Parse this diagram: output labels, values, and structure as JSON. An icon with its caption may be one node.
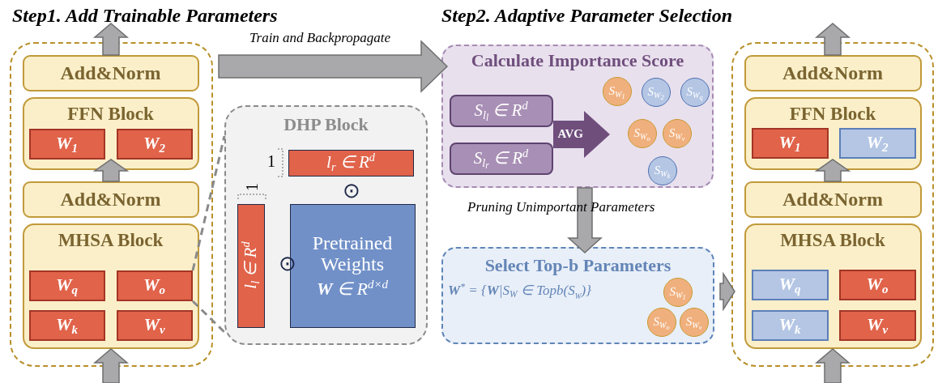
{
  "diagram": {
    "nodes": [
      {
        "text": [],
        "shape": "box"
      },
      {
        "text": [
          "Add&Norm"
        ],
        "in": 0
      },
      {
        "text": [
          "FFN Block"
        ],
        "in": 0
      },
      {
        "text": [
          "W$_{1}$"
        ],
        "in": 2
      },
      {
        "text": [
          "W$_{2}$"
        ],
        "in": 2
      },
      {
        "text": [
          "Add&Norm"
        ],
        "in": 0
      },
      {
        "text": [
          "MHSA Block"
        ],
        "in": 0
      },
      {
        "text": [
          "W$_{q}$"
        ],
        "in": 6
      },
      {
        "text": [
          "W$_{o}$"
        ],
        "in": 6
      },
      {
        "text": [
          "W$_{k}$"
        ],
        "in": 6
      },
      {
        "text": [
          "W$_{v}$"
        ],
        "in": 6
      },
      {
        "text": [
          "DHP Block"
        ]
      },
      {
        "text": [
          "l$_{r}$ ∈ R$^{d}$"
        ],
        "in": 11
      },
      {
        "text": [
          "l$_{l}$ ∈ R$^{d}$"
        ],
        "in": 11
      },
      {
        "text": [
          "Pretrained Weights",
          "**W** ∈ R$^{d×d}$"
        ],
        "in": 11
      },
      {
        "text": [
          "Calculate Importance Score"
        ]
      },
      {
        "text": [
          "S$_{l}$$_{l}$ ∈ R$^{d}$"
        ],
        "in": 15
      },
      {
        "text": [
          "S$_{l}$$_{r}$ ∈ R$^{d}$"
        ],
        "in": 15
      },
      {
        "text": [
          "AVG"
        ],
        "in": 15
      },
      {
        "text": [
          "S$_{W}$$_{1}$"
        ],
        "in": 15
      },
      {
        "text": [
          "S$_{W}$$_{2}$"
        ],
        "in": 15
      },
      {
        "text": [
          "S$_{W}$$_{q}$"
        ],
        "in": 15
      },
      {
        "text": [
          "S$_{W}$$_{o}$"
        ],
        "in": 15
      },
      {
        "text": [
          "S$_{W}$$_{v}$"
        ],
        "in": 15
      },
      {
        "text": [
          "S$_{W}$$_{k}$"
        ],
        "in": 15
      },
      {
        "text": [
          "Select Top-b Parameters",
          "**W**$^{*}$ = {**W**|S$_{W}$ ∈ Topb(S$_{W}$)}"
        ]
      },
      {
        "text": [
          "S$_{W}$$_{1}$"
        ],
        "in": 25
      },
      {
        "text": [
          "S$_{W}$$_{o}$"
        ],
        "in": 25
      },
      {
        "text": [
          "S$_{W}$$_{v}$"
        ],
        "in": 25
      },
      {
        "text": [],
        "shape": "box"
      },
      {
        "text": [
          "Add&Norm"
        ],
        "in": 29
      },
      {
        "text": [
          "FFN Block"
        ],
        "in": 29
      },
      {
        "text": [
          "W$_{1}$"
        ],
        "in": 31
      },
      {
        "text": [
          "W$_{2}$"
        ],
        "in": 31
      },
      {
        "text": [
          "Add&Norm"
        ],
        "in": 29
      },
      {
        "text": [
          "MHSA Block"
        ],
        "in": 29
      },
      {
        "text": [
          "W$_{q}$"
        ],
        "in": 35
      },
      {
        "text": [
          "W$_{o}$"
        ],
        "in": 35
      },
      {
        "text": [
          "W$_{k}$"
        ],
        "in": 35
      },
      {
        "text": [
          "W$_{v}$"
        ],
        "in": 35
      }
    ],
    "edges": [
      {
        "from": null,
        "to": 6,
        "arrow": "to"
      },
      {
        "from": 1,
        "to": null,
        "arrow": "to"
      },
      {
        "from": 5,
        "to": 2,
        "arrow": "to"
      },
      {
        "from": 8,
        "to": 11,
        "arrow": "none",
        "style": "dashed"
      },
      {
        "from": 8,
        "to": 11,
        "arrow": "none",
        "style": "dashed"
      },
      {
        "from": 0,
        "to": 15,
        "arrow": "to",
        "label": "Train and Backpropagate"
      },
      {
        "from": 15,
        "to": 25,
        "arrow": "to",
        "label": "Pruning Unimportant Parameters"
      },
      {
        "from": 25,
        "to": 29,
        "arrow": "to"
      },
      {
        "from": null,
        "to": 35,
        "arrow": "to"
      },
      {
        "from": 30,
        "to": null,
        "arrow": "to"
      },
      {
        "from": 34,
        "to": 31,
        "arrow": "to"
      }
    ],
    "labels": [
      "Step1. Add Trainable Parameters",
      "Step2. Adaptive Parameter Selection",
      "1",
      "1",
      "⊙",
      "⊙"
    ]
  }
}
